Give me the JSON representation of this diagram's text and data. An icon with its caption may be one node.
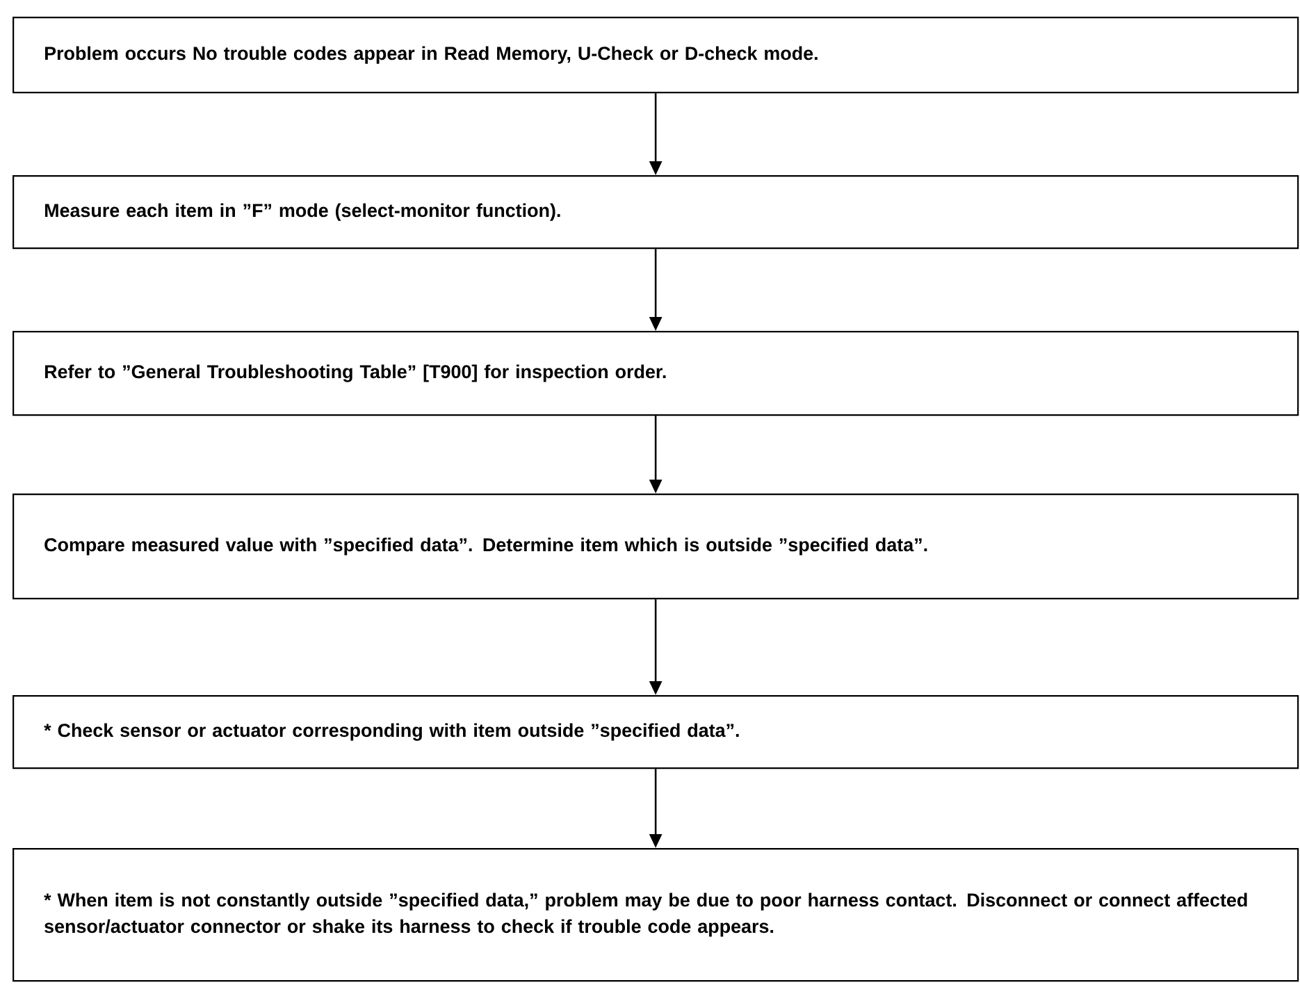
{
  "diagram": {
    "nodes": [
      {
        "text": [
          "Problem occurs No trouble codes appear in Read Memory, U-Check or D-check mode."
        ]
      },
      {
        "text": [
          "Measure each item in ”F” mode (select-monitor function)."
        ]
      },
      {
        "text": [
          "Refer to ”General Troubleshooting Table” [T900] for inspection order."
        ]
      },
      {
        "text": [
          "Compare measured value with ”specified data”. Determine item which is outside ”specified data”."
        ]
      },
      {
        "text": [
          "* Check sensor or actuator corresponding with item outside ”specified data”."
        ]
      },
      {
        "text": [
          "* When item is not constantly outside ”specified data,” problem may be due to poor harness contact. Disconnect or connect affected sensor/actuator connector or shake its harness to check if trouble code appears."
        ]
      }
    ],
    "edges": [
      {
        "from": 0,
        "to": 1,
        "arrow": "to"
      },
      {
        "from": 1,
        "to": 2,
        "arrow": "to"
      },
      {
        "from": 2,
        "to": 3,
        "arrow": "to"
      },
      {
        "from": 3,
        "to": 4,
        "arrow": "to"
      },
      {
        "from": 4,
        "to": 5,
        "arrow": "to"
      }
    ]
  }
}
